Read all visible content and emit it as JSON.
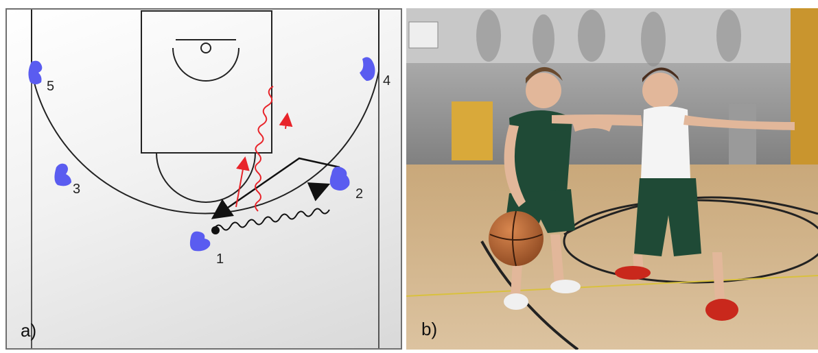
{
  "panels": [
    {
      "label": "a)"
    },
    {
      "label": "b)"
    }
  ],
  "players": [
    {
      "number": "1"
    },
    {
      "number": "2"
    },
    {
      "number": "3"
    },
    {
      "number": "4"
    },
    {
      "number": "5"
    }
  ],
  "colors": {
    "player": "#5a5cf0",
    "cut_arrow": "#e8242a",
    "pass_arrow": "#111111",
    "court_line": "#222222"
  }
}
